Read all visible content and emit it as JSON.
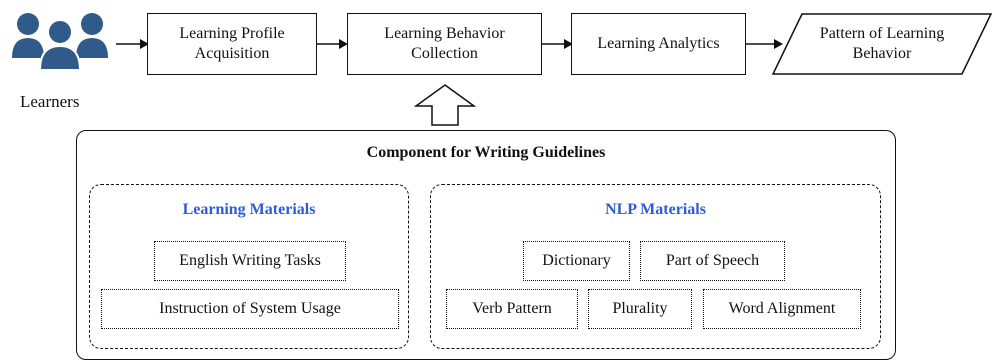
{
  "learners": {
    "label": "Learners",
    "icon": "users-group-icon",
    "icon_color": "#2f5a8a"
  },
  "flow": {
    "step1": "Learning Profile Acquisition",
    "step1_line1": "Learning Profile",
    "step1_line2": "Acquisition",
    "step2_line1": "Learning Behavior",
    "step2_line2": "Collection",
    "step3": "Learning Analytics",
    "output_line1": "Pattern of Learning",
    "output_line2": "Behavior"
  },
  "component": {
    "title": "Component for Writing Guidelines",
    "learning_materials": {
      "title": "Learning Materials",
      "items": [
        "English Writing Tasks",
        "Instruction of System Usage"
      ]
    },
    "nlp_materials": {
      "title": "NLP Materials",
      "items": [
        "Dictionary",
        "Part of Speech",
        "Verb Pattern",
        "Plurality",
        "Word Alignment"
      ]
    }
  },
  "colors": {
    "accent": "#2f5bd9",
    "stroke": "#111111"
  }
}
